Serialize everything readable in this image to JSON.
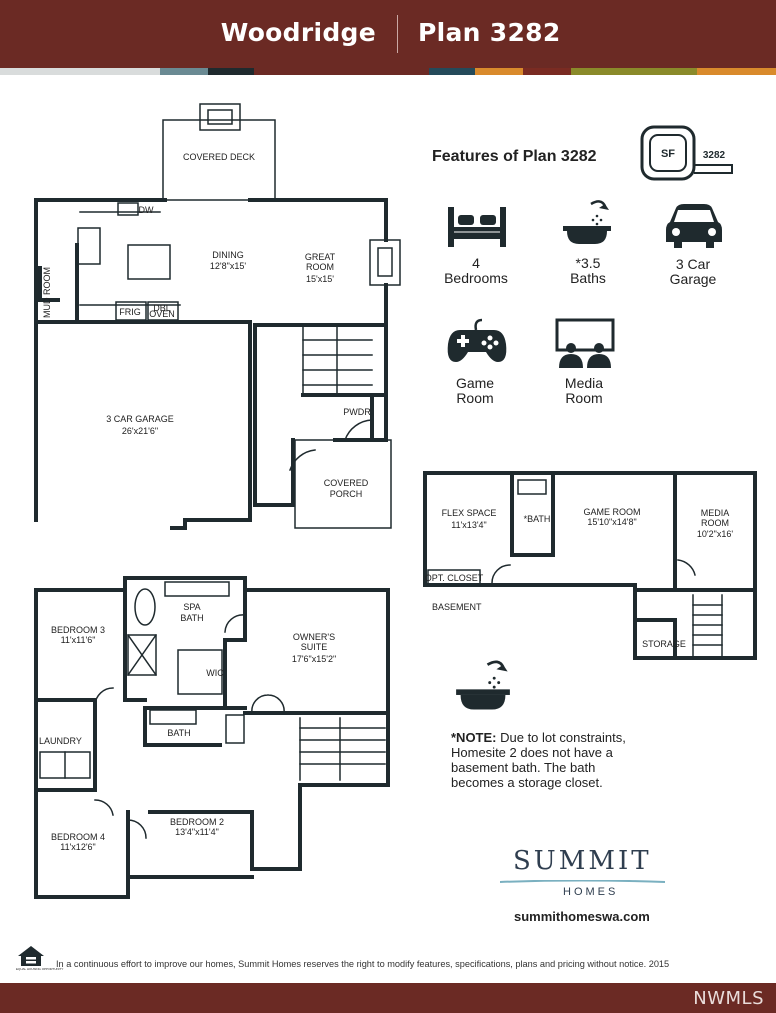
{
  "header": {
    "community": "Woodridge",
    "plan": "Plan 3282"
  },
  "colors": {
    "brand": "#6b2a24",
    "wall": "#1f2a2e",
    "logo": "#2f3e4f"
  },
  "stripe_colors": [
    "#d9dcdc",
    "#6a8a93",
    "#1f2a2e",
    "#6b2a24",
    "#244a5a",
    "#d98a2c",
    "#7a2b22",
    "#8a8a2a",
    "#d98a2c"
  ],
  "features": {
    "title": "Features of Plan 3282",
    "badge": {
      "unit": "SF",
      "value": "3282"
    },
    "items": [
      {
        "icon": "bed-icon",
        "label": "4\nBedrooms"
      },
      {
        "icon": "bathtub-icon",
        "label": "*3.5\nBaths"
      },
      {
        "icon": "car-icon",
        "label": "3 Car\nGarage"
      },
      {
        "icon": "gamepad-icon",
        "label": "Game\nRoom"
      },
      {
        "icon": "media-room-icon",
        "label": "Media\nRoom"
      }
    ]
  },
  "note": {
    "lead": "*NOTE:",
    "text": " Due to lot constraints, Homesite 2 does not have a basement bath.  The bath becomes a storage closet."
  },
  "main_floor": {
    "covered_deck": "COVERED DECK",
    "dw": "DW",
    "dining": {
      "name": "DINING",
      "size": "12'8\"x15'"
    },
    "great_room": {
      "name": "GREAT\nROOM",
      "size": "15'x15'"
    },
    "mud_room": "MUD ROOM",
    "frig": "FRIG",
    "dbl_oven": "DBL\nOVEN",
    "garage": {
      "name": "3 CAR GARAGE",
      "size": "26'x21'6\""
    },
    "pwdr": "PWDR",
    "covered_porch": "COVERED\nPORCH"
  },
  "basement": {
    "label": "BASEMENT",
    "flex_space": {
      "name": "FLEX SPACE",
      "size": "11'x13'4\""
    },
    "bath": "*BATH",
    "game_room": {
      "name": "GAME ROOM",
      "size": "15'10\"x14'8\""
    },
    "media_room": {
      "name": "MEDIA\nROOM",
      "size": "10'2\"x16'"
    },
    "opt_closet": "OPT. CLOSET",
    "storage": "STORAGE"
  },
  "upper_floor": {
    "bedroom3": {
      "name": "BEDROOM 3",
      "size": "11'x11'6\""
    },
    "spa_bath": "SPA\nBATH",
    "wic": "WIC",
    "owners_suite": {
      "name": "OWNER'S\nSUITE",
      "size": "17'6\"x15'2\""
    },
    "laundry": "LAUNDRY",
    "bath": "BATH",
    "bedroom4": {
      "name": "BEDROOM 4",
      "size": "11'x12'6\""
    },
    "bedroom2": {
      "name": "BEDROOM 2",
      "size": "13'4\"x11'4\""
    }
  },
  "logo": {
    "brand": "Summit",
    "sub": "HOMES",
    "website": "summithomeswa.com"
  },
  "disclaimer": "In a continuous effort to improve our homes, Summit Homes reserves the right to modify features, specifications, plans and pricing without notice. 2015",
  "eho_text": "EQUAL HOUSING OPPORTUNITY",
  "watermark": "NWMLS"
}
